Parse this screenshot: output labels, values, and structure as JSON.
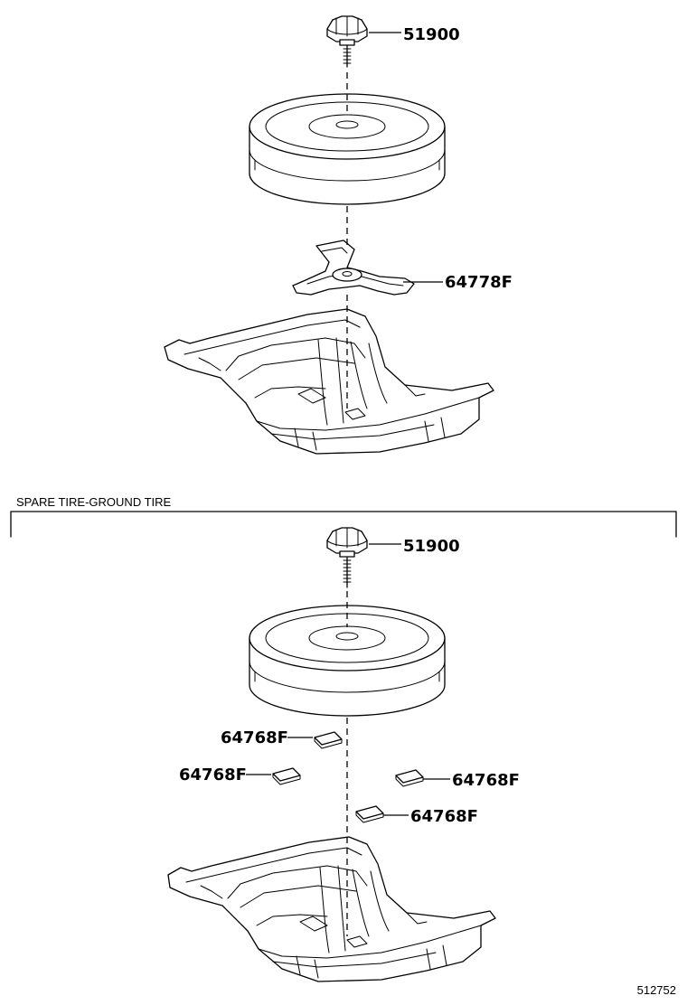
{
  "section_title": "SPARE TIRE-GROUND TIRE",
  "diagram_code": "512752",
  "top_assembly": {
    "labels": {
      "hold_down_clamp": "51900",
      "spacer": "64778F"
    }
  },
  "bottom_assembly": {
    "labels": {
      "hold_down_clamp": "51900",
      "pad_upper_left": "64768F",
      "pad_left": "64768F",
      "pad_right": "64768F",
      "pad_lower_right": "64768F"
    }
  }
}
